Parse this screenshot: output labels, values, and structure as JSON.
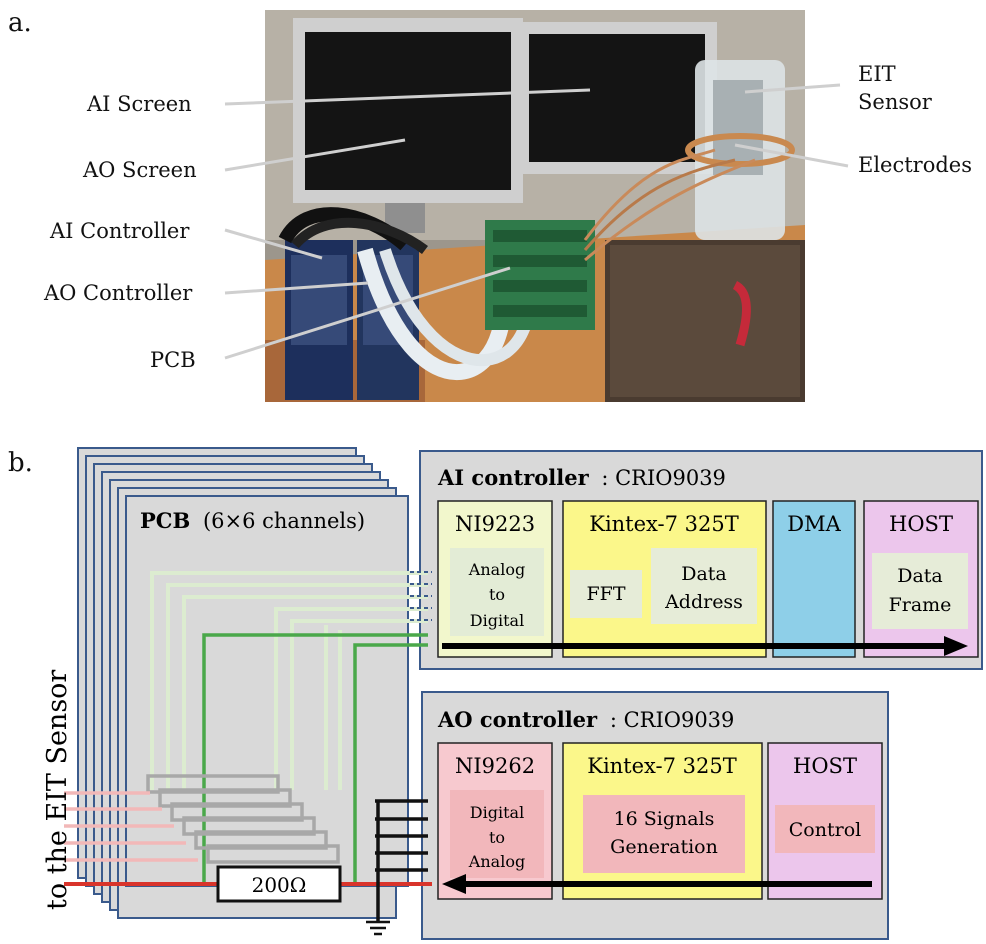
{
  "panel_a": {
    "letter": "a.",
    "labels": {
      "ai_screen": "AI Screen",
      "ao_screen": "AO Screen",
      "ai_controller": "AI Controller",
      "ao_controller": "AO Controller",
      "pcb": "PCB",
      "eit_sensor_line1": "EIT",
      "eit_sensor_line2": "Sensor",
      "electrodes": "Electrodes"
    }
  },
  "panel_b": {
    "letter": "b.",
    "pcb": {
      "title_bold": "PCB",
      "title_rest": "(6×6 channels)",
      "resistor": "200Ω",
      "side_label": "to the EIT Sensor"
    },
    "ai_controller": {
      "title_bold": "AI controller",
      "title_rest": ": CRIO9039",
      "ni_module": {
        "name": "NI9223",
        "line1": "Analog",
        "line2": "to",
        "line3": "Digital"
      },
      "fpga": {
        "name": "Kintex-7 325T",
        "fft": "FFT",
        "data_address_line1": "Data",
        "data_address_line2": "Address"
      },
      "dma": "DMA",
      "host": {
        "name": "HOST",
        "line1": "Data",
        "line2": "Frame"
      }
    },
    "ao_controller": {
      "title_bold": "AO controller",
      "title_rest": ": CRIO9039",
      "ni_module": {
        "name": "NI9262",
        "line1": "Digital",
        "line2": "to",
        "line3": "Analog"
      },
      "fpga": {
        "name": "Kintex-7 325T",
        "line1": "16 Signals",
        "line2": "Generation"
      },
      "host": {
        "name": "HOST",
        "line1": "Control"
      }
    }
  },
  "colors": {
    "box_border": "#3a5a8c",
    "box_fill": "#d9d9d9",
    "ni_ai_fill": "#f2f7cc",
    "ni_ao_fill": "#f7c9cf",
    "fpga_fill": "#fbf78a",
    "dma_fill": "#8ecfe8",
    "host_fill": "#ecc6ec",
    "green_line": "#4aa84a",
    "light_green_line": "#dcecd0",
    "red_line": "#d9342b",
    "pink_line": "#f2b8b8"
  }
}
